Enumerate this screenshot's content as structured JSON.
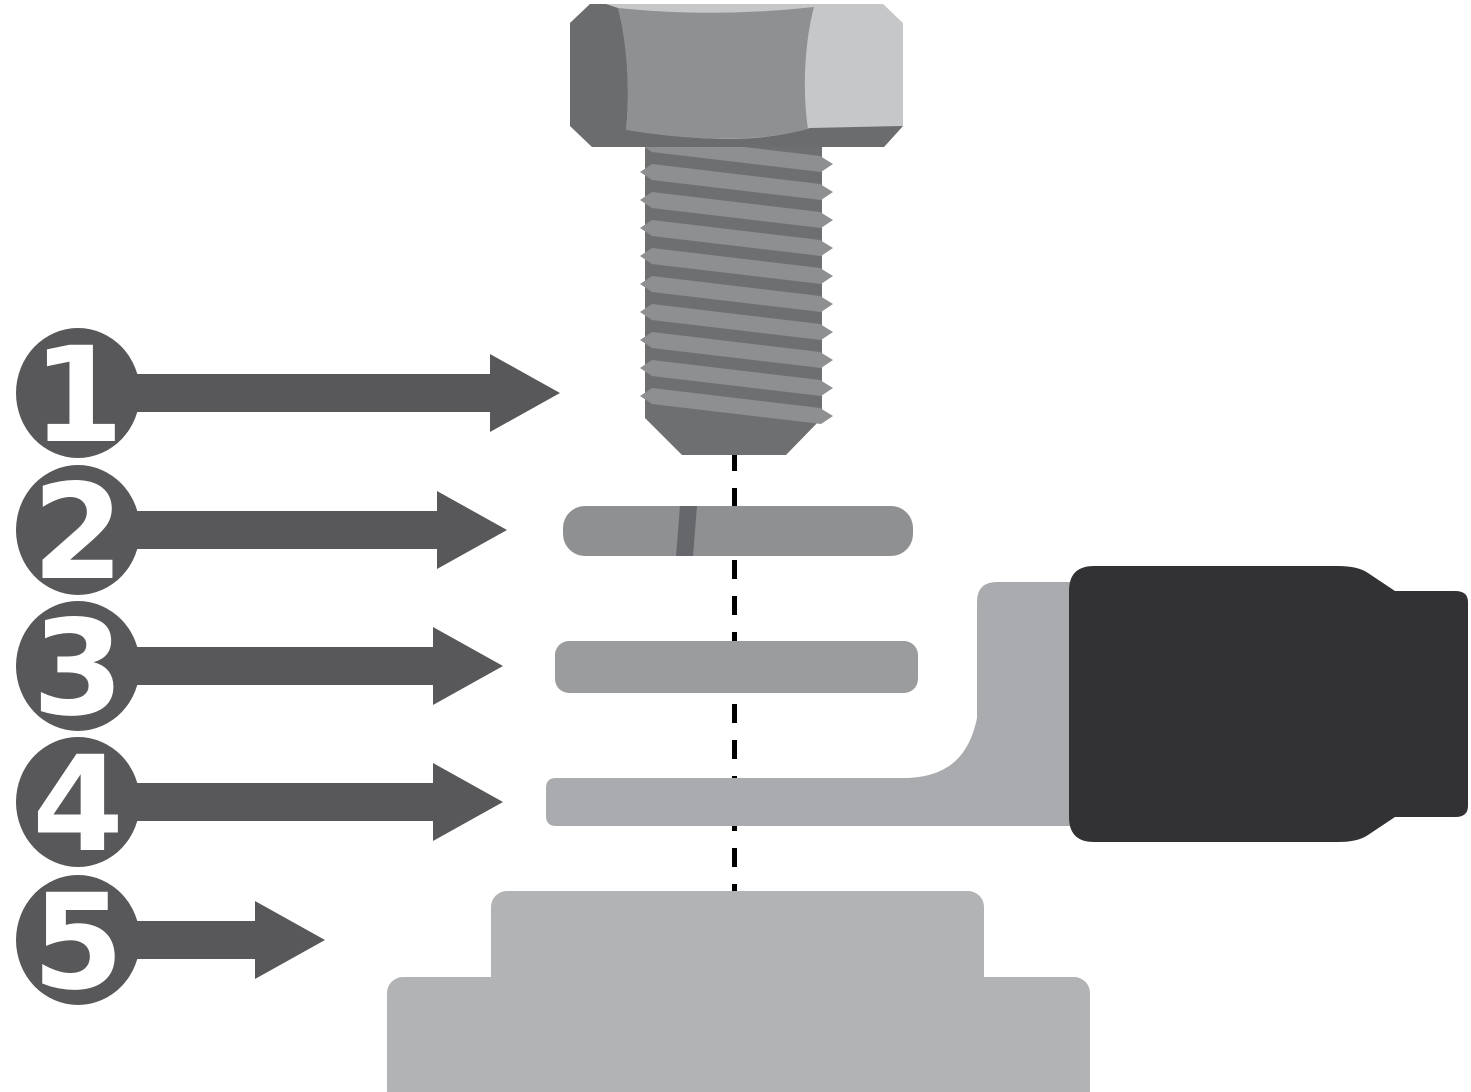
{
  "figure": {
    "type": "exploded-assembly-diagram",
    "callouts": [
      {
        "number": "1"
      },
      {
        "number": "2"
      },
      {
        "number": "3"
      },
      {
        "number": "4"
      },
      {
        "number": "5"
      }
    ]
  },
  "colors": {
    "background": "#ffffff",
    "callout": "#58585a",
    "callout_text": "#ffffff",
    "bolt_head_light": "#c6c7c8",
    "bolt_head_dark": "#6b6c6e",
    "bolt_head_mid": "#8f9092",
    "bolt_shank": "#6e6f71",
    "bolt_thread": "#8e8f91",
    "lock_washer": "#8f9092",
    "lock_washer_split": "#66676a",
    "flat_washer": "#9b9c9e",
    "cable_lug": "#a9abae",
    "cable_insulation": "#323234",
    "base": "#b2b3b5",
    "centerline": "#000000"
  }
}
